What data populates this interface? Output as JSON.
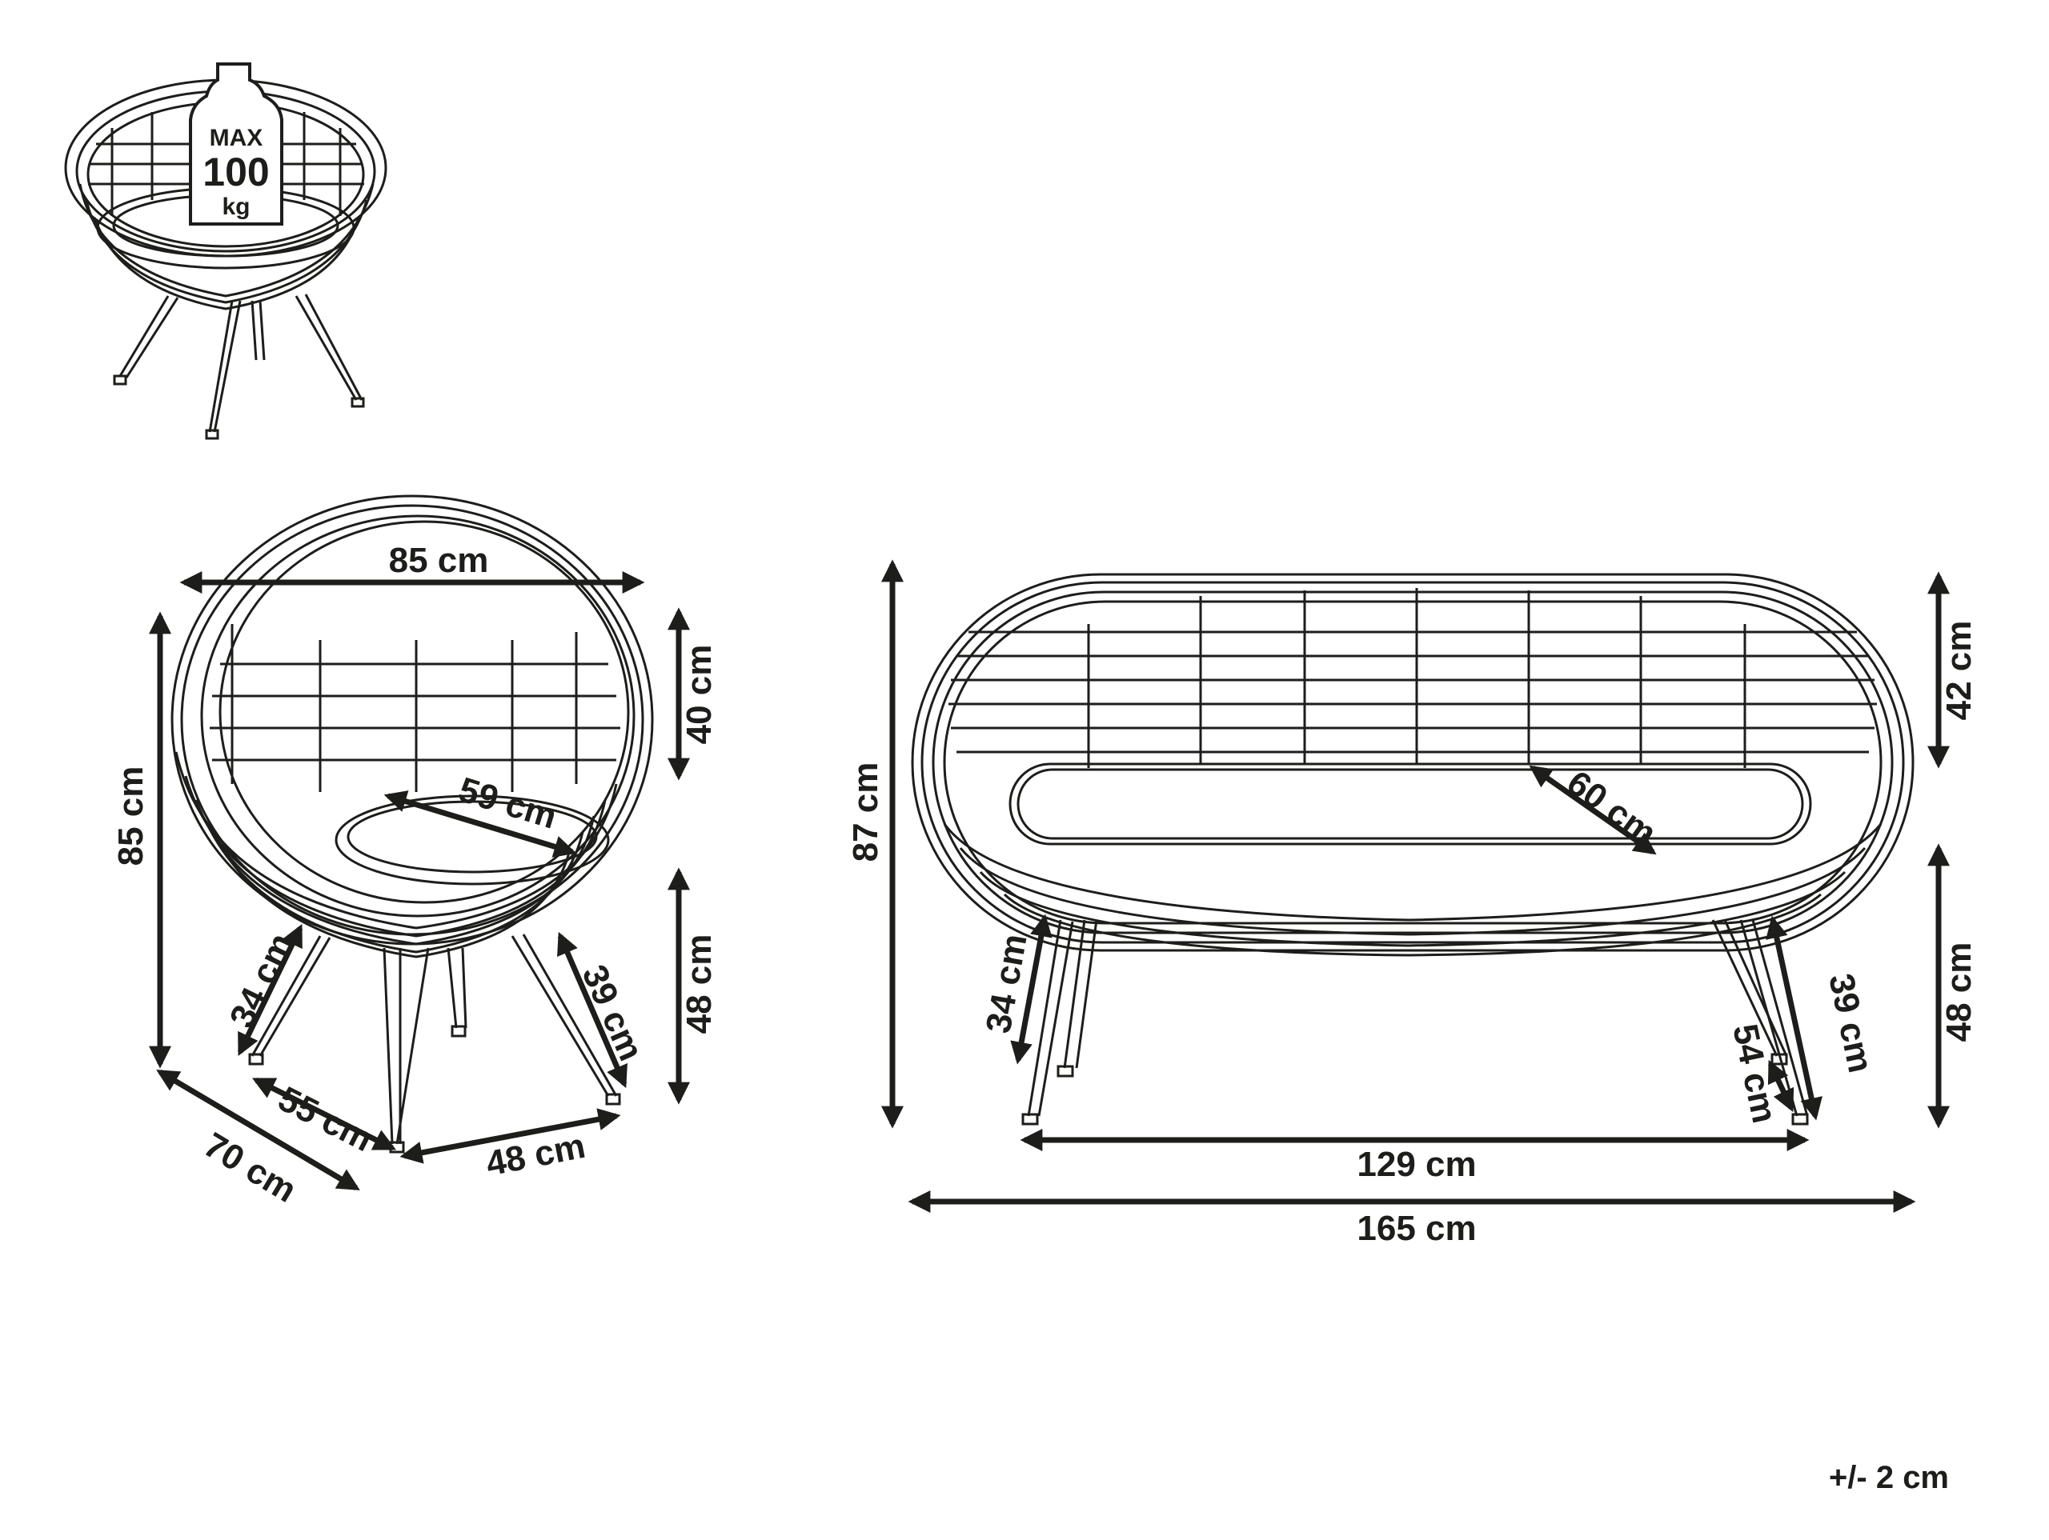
{
  "weight_badge": {
    "line1": "MAX",
    "line2": "100",
    "line3": "kg"
  },
  "chair_dimensions": {
    "width": "85 cm",
    "height": "85 cm",
    "back_height": "40 cm",
    "seat_height": "48 cm",
    "seat_depth": "59 cm",
    "leg_left": "34 cm",
    "leg_right": "39 cm",
    "base_left": "55 cm",
    "base_right": "48 cm",
    "depth": "70 cm"
  },
  "sofa_dimensions": {
    "height": "87 cm",
    "back_height": "42 cm",
    "seat_height": "48 cm",
    "seat_depth": "60 cm",
    "leg_left": "34 cm",
    "leg_right": "39 cm",
    "leg_span_small": "54 cm",
    "inner_width": "129 cm",
    "width": "165 cm"
  },
  "tolerance": "+/- 2 cm",
  "colors": {
    "ink": "#1d1d1b",
    "background": "#ffffff"
  }
}
